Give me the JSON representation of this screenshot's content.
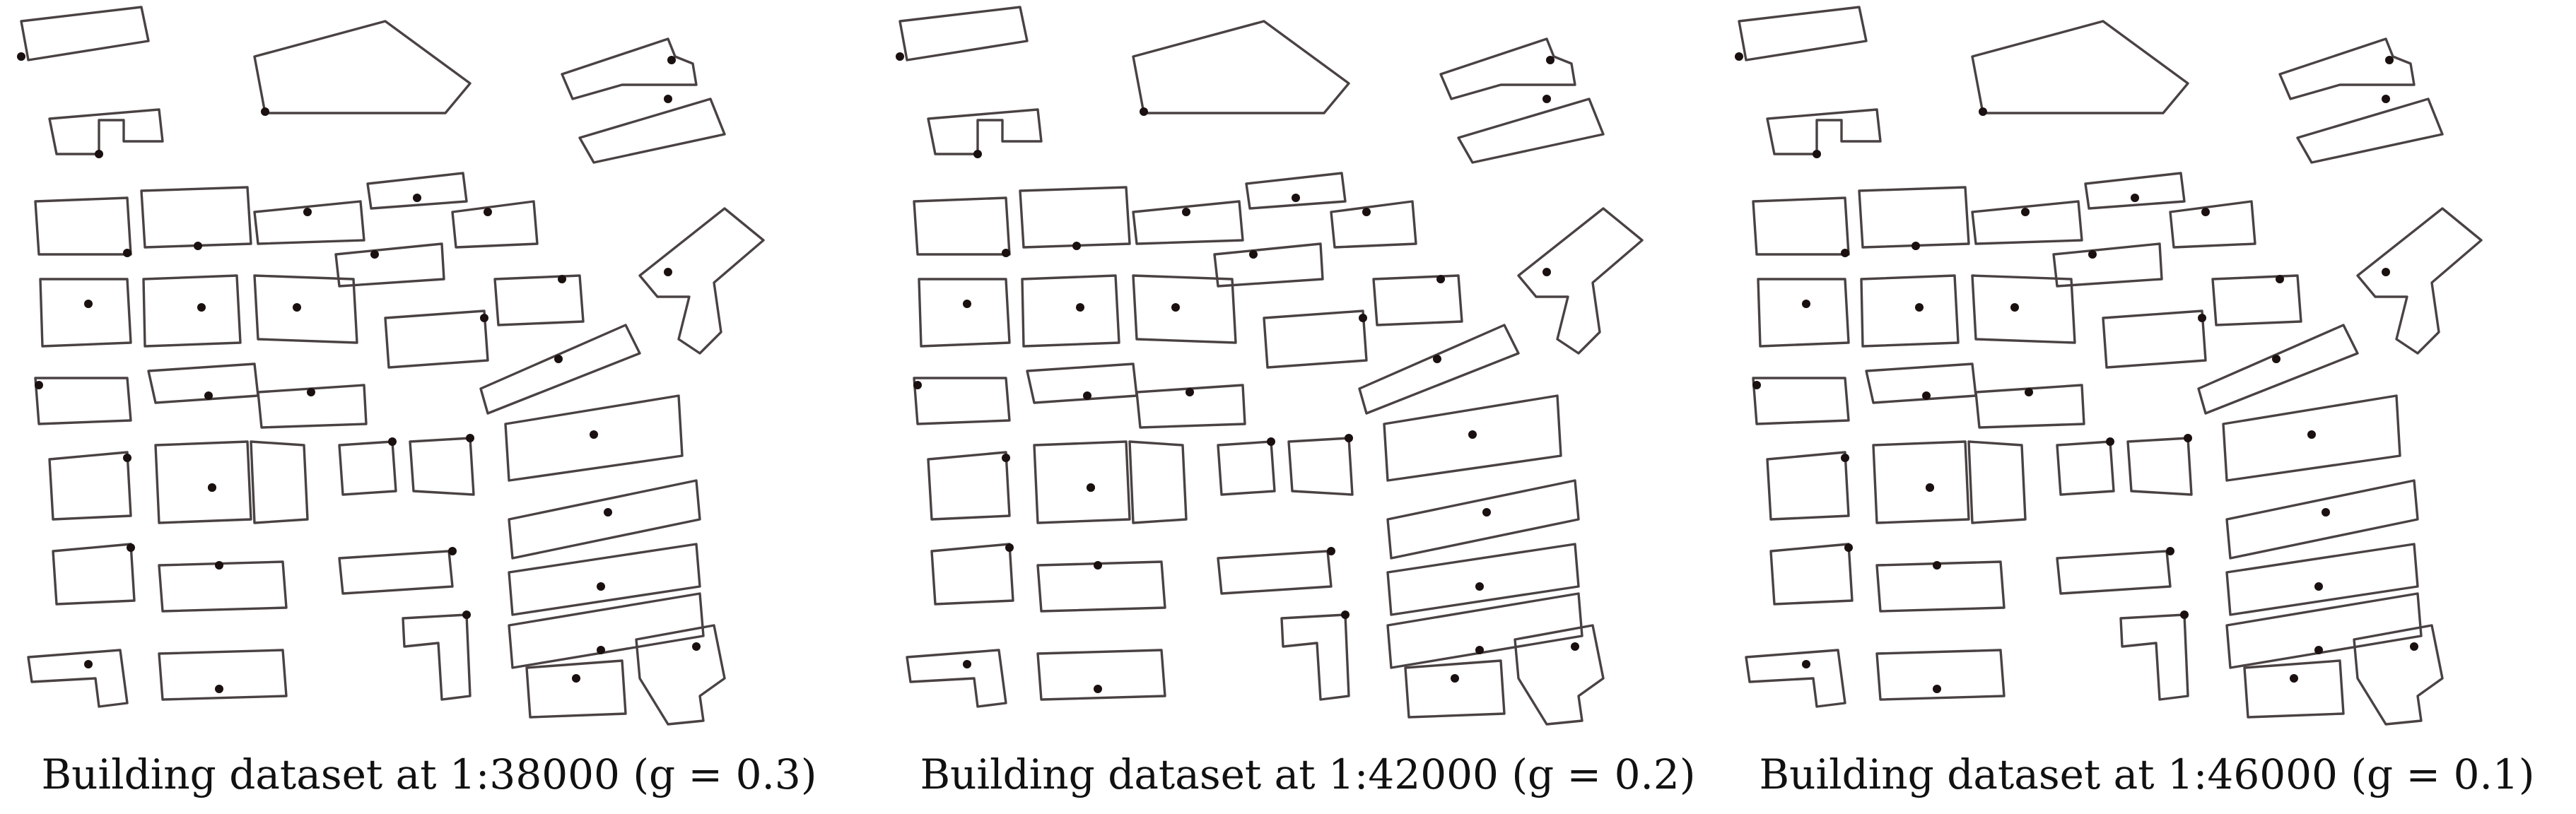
{
  "figure": {
    "panels": [
      {
        "caption": "Building dataset at 1:38000 (g = 0.3)"
      },
      {
        "caption": "Building dataset at 1:42000 (g = 0.2)"
      },
      {
        "caption": "Building dataset at 1:46000 (g = 0.1)"
      }
    ]
  },
  "colors": {
    "outline": "#4a4242",
    "point": "#1a1010",
    "background": "#ffffff"
  }
}
